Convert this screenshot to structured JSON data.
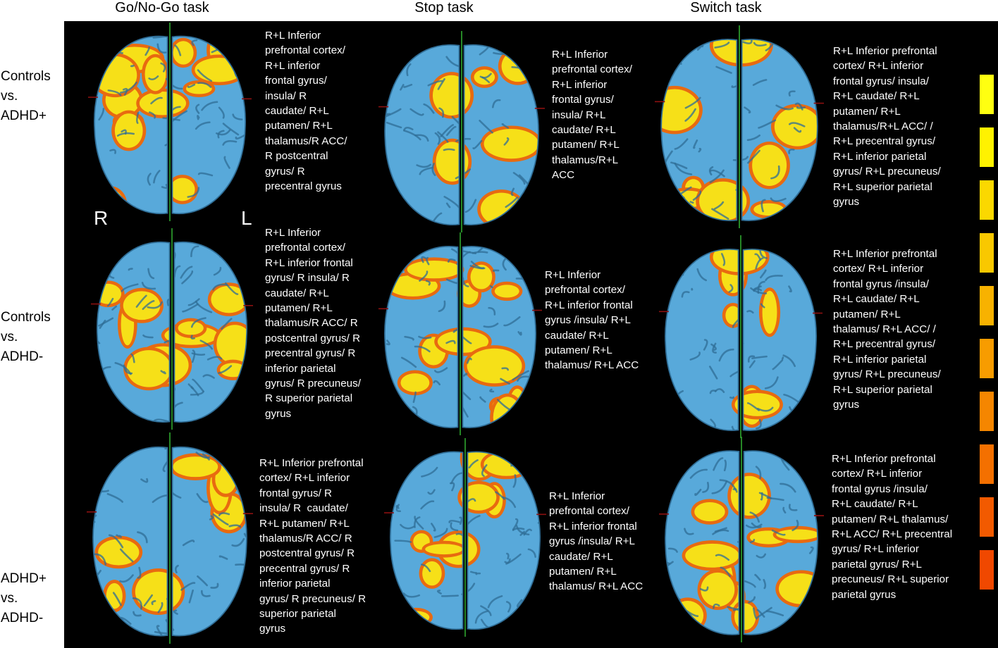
{
  "columns": [
    "Go/No-Go task",
    "Stop task",
    "Switch task"
  ],
  "rows": [
    [
      "Controls",
      "vs.",
      "ADHD+"
    ],
    [
      "Controls",
      "vs.",
      "ADHD-"
    ],
    [
      "ADHD+",
      "vs.",
      "ADHD-"
    ]
  ],
  "orientation": {
    "left": "R",
    "right": "L"
  },
  "cells": [
    [
      "R+L Inferior\nprefrontal cortex/\nR+L inferior\nfrontal gyrus/\ninsula/ R\ncaudate/ R+L\nputamen/ R+L\nthalamus/R ACC/\nR postcentral\ngyrus/ R\nprecentral gyrus",
      "R+L Inferior\nprefrontal cortex/\nR+L inferior\nfrontal gyrus/\ninsula/ R+L\ncaudate/ R+L\nputamen/ R+L\nthalamus/R+L\nACC",
      "R+L Inferior prefrontal\ncortex/ R+L inferior\nfrontal gyrus/ insula/\nR+L caudate/ R+L\nputamen/ R+L\nthalamus/R+L ACC/ /\nR+L precentral gyrus/\nR+L inferior parietal\ngyrus/ R+L precuneus/\nR+L superior parietal\ngyrus"
    ],
    [
      "R+L Inferior\nprefrontal cortex/\nR+L inferior frontal\ngyrus/ R insula/ R\ncaudate/ R+L\nputamen/ R+L\nthalamus/R ACC/ R\npostcentral gyrus/ R\nprecentral gyrus/ R\ninferior parietal\ngyrus/ R precuneus/\nR superior parietal\ngyrus",
      "R+L Inferior\nprefrontal cortex/\nR+L inferior frontal\ngyrus /insula/ R+L\ncaudate/ R+L\nputamen/ R+L\nthalamus/ R+L ACC",
      "R+L Inferior prefrontal\ncortex/ R+L inferior\nfrontal gyrus /insula/\nR+L caudate/ R+L\nputamen/ R+L\nthalamus/ R+L ACC/ /\nR+L precentral gyrus/\nR+L inferior parietal\ngyrus/ R+L precuneus/\nR+L superior parietal\ngyrus"
    ],
    [
      "R+L Inferior prefrontal\ncortex/ R+L inferior\nfrontal gyrus/ R\ninsula/ R  caudate/\nR+L putamen/ R+L\nthalamus/R ACC/ R\npostcentral gyrus/ R\nprecentral gyrus/ R\ninferior parietal\ngyrus/ R precuneus/ R\nsuperior parietal\ngyrus",
      "R+L Inferior\nprefrontal cortex/\nR+L inferior frontal\ngyrus /insula/ R+L\ncaudate/ R+L\nputamen/ R+L\nthalamus/ R+L ACC",
      "R+L Inferior prefrontal\ncortex/ R+L inferior\nfrontal gyrus /insula/\nR+L caudate/ R+L\nputamen/ R+L thalamus/\nR+L ACC/ R+L precentral\ngyrus/ R+L inferior\nparietal gyrus/ R+L\nprecuneus/ R+L superior\nparietal gyrus"
    ]
  ],
  "colors": {
    "brain": "#58a9da",
    "brain_dark": "#2f6d96",
    "midline": "#2ea52e",
    "marker": "#8a1010",
    "scale": [
      "#ffff10",
      "#fff200",
      "#fbd800",
      "#f9c800",
      "#f8b200",
      "#f79c00",
      "#f58600",
      "#f47000",
      "#f25a00",
      "#f04800"
    ]
  }
}
